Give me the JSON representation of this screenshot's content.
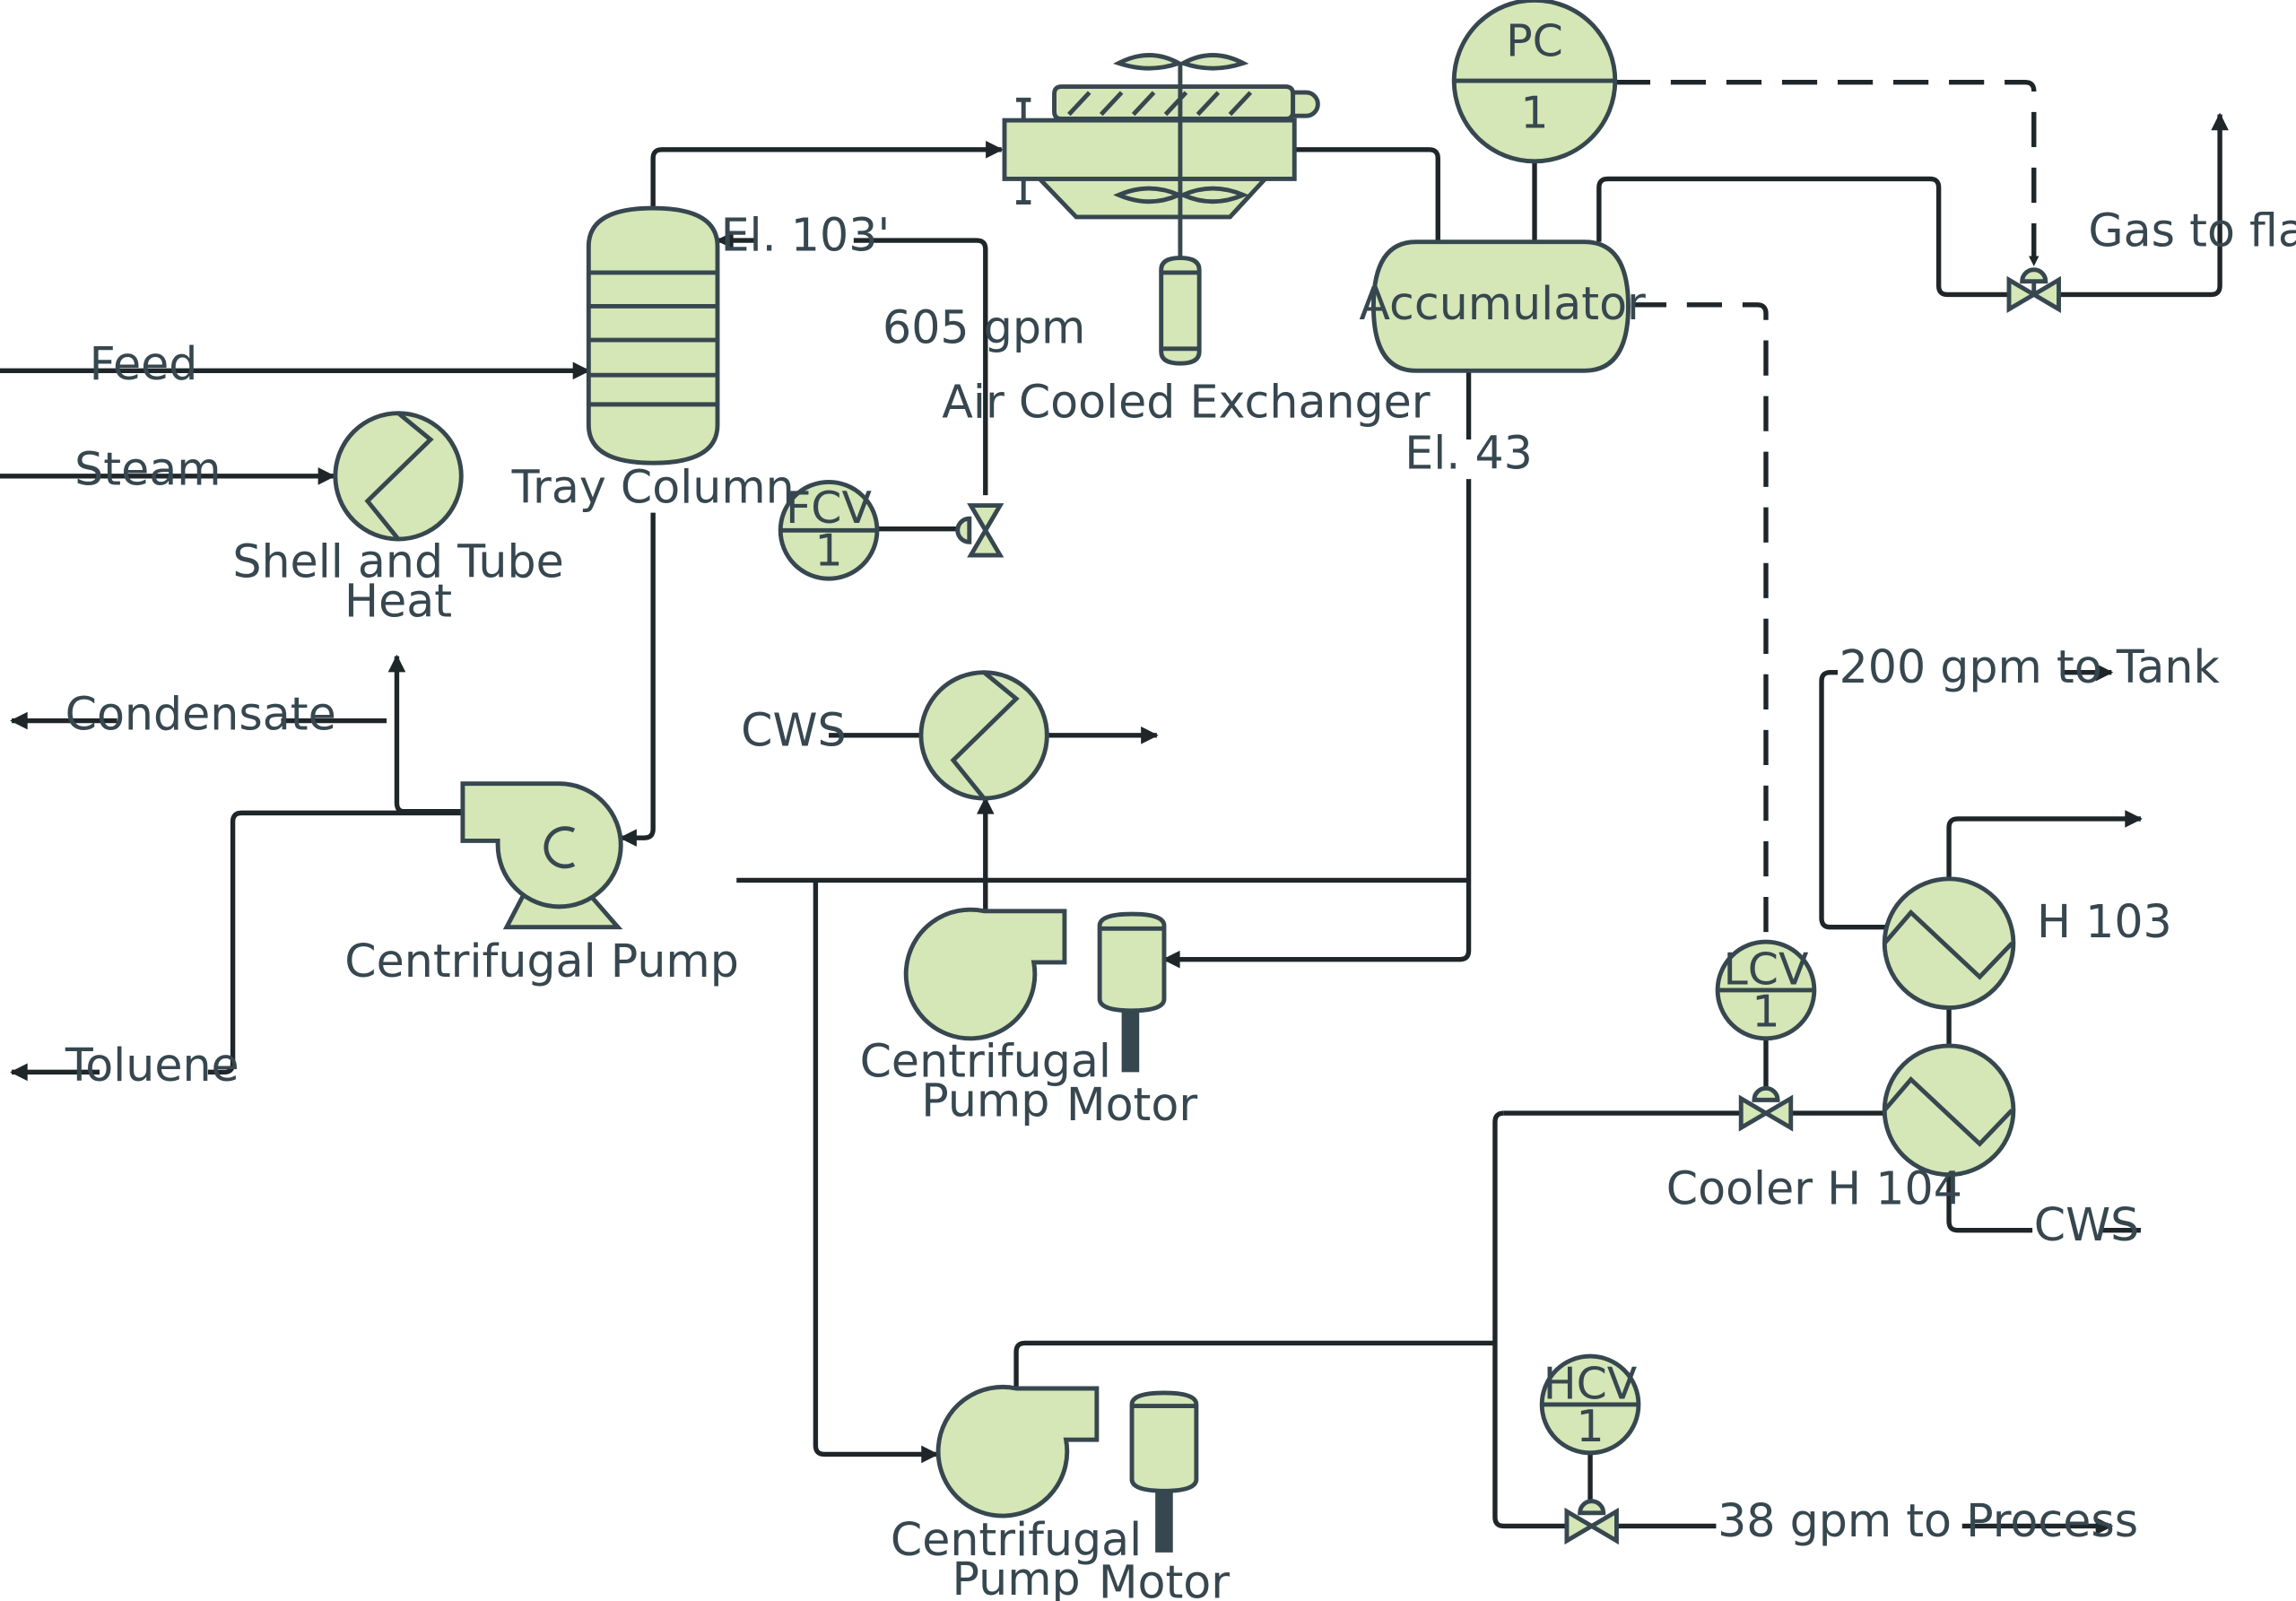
{
  "colors": {
    "equipment_fill": "#d5e6b7",
    "equipment_stroke": "#37474f",
    "pipe": "#1f262a",
    "motor_shaft": "#37474f",
    "text": "#37474f"
  },
  "equipment": {
    "tray_column": "Tray Column",
    "air_cooled_exchanger": "Air Cooled Exchanger",
    "accumulator": "Accumulator",
    "shell_tube_line1": "Shell and Tube",
    "shell_tube_line2": "Heat",
    "centrifugal_pump": "Centrifugal Pump",
    "centrifugal": "Centrifugal",
    "pump": "Pump",
    "motor": "Motor",
    "h103": "H 103",
    "cooler_h104": "Cooler H 104"
  },
  "instruments": {
    "pc": {
      "tag": "PC",
      "num": "1"
    },
    "fcv": {
      "tag": "FCV",
      "num": "1"
    },
    "lcv": {
      "tag": "LCV",
      "num": "1"
    },
    "hcv": {
      "tag": "HCV",
      "num": "1"
    }
  },
  "streams": {
    "feed": "Feed",
    "steam": "Steam",
    "condensate": "Condensate",
    "toluene": "Toluene",
    "el103": "El. 103'",
    "gpm605": "605 gpm",
    "cws": "CWS",
    "el43": "El. 43",
    "gas_to_flare": "Gas to flare",
    "gpm200_tank": "200 gpm to Tank",
    "gpm38_process": "38 gpm to Process"
  }
}
